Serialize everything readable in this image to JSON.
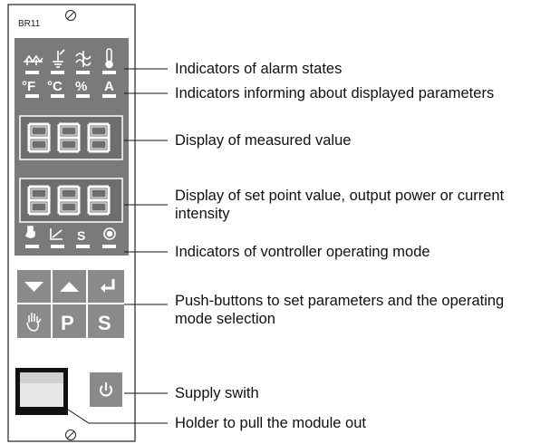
{
  "module": {
    "model": "BR11"
  },
  "front_panel": {
    "unit_indicators": [
      "°F",
      "°C",
      "%",
      "A"
    ],
    "buttons": {
      "row1": [
        "down-arrow",
        "up-arrow",
        "enter-arrow"
      ],
      "row2": [
        "hand-icon",
        "P",
        "S"
      ],
      "power": "power-icon"
    },
    "mode_s": "S"
  },
  "callouts": [
    {
      "text": "Indicators of alarm states"
    },
    {
      "text": "Indicators informing about displayed parameters"
    },
    {
      "text": "Display of measured value"
    },
    {
      "text": "Display of set point value, output power or current",
      "text2": "intensity"
    },
    {
      "text": "Indicators of vontroller operating mode"
    },
    {
      "text": "Push-buttons to set parameters and the operating",
      "text2": "mode selection"
    },
    {
      "text": "Supply swith"
    },
    {
      "text": "Holder to pull the module out"
    }
  ],
  "colors": {
    "panel_gray": "#7a7a7a",
    "button_gray": "#8a8a8a",
    "display_dark": "#6e6e6e"
  }
}
